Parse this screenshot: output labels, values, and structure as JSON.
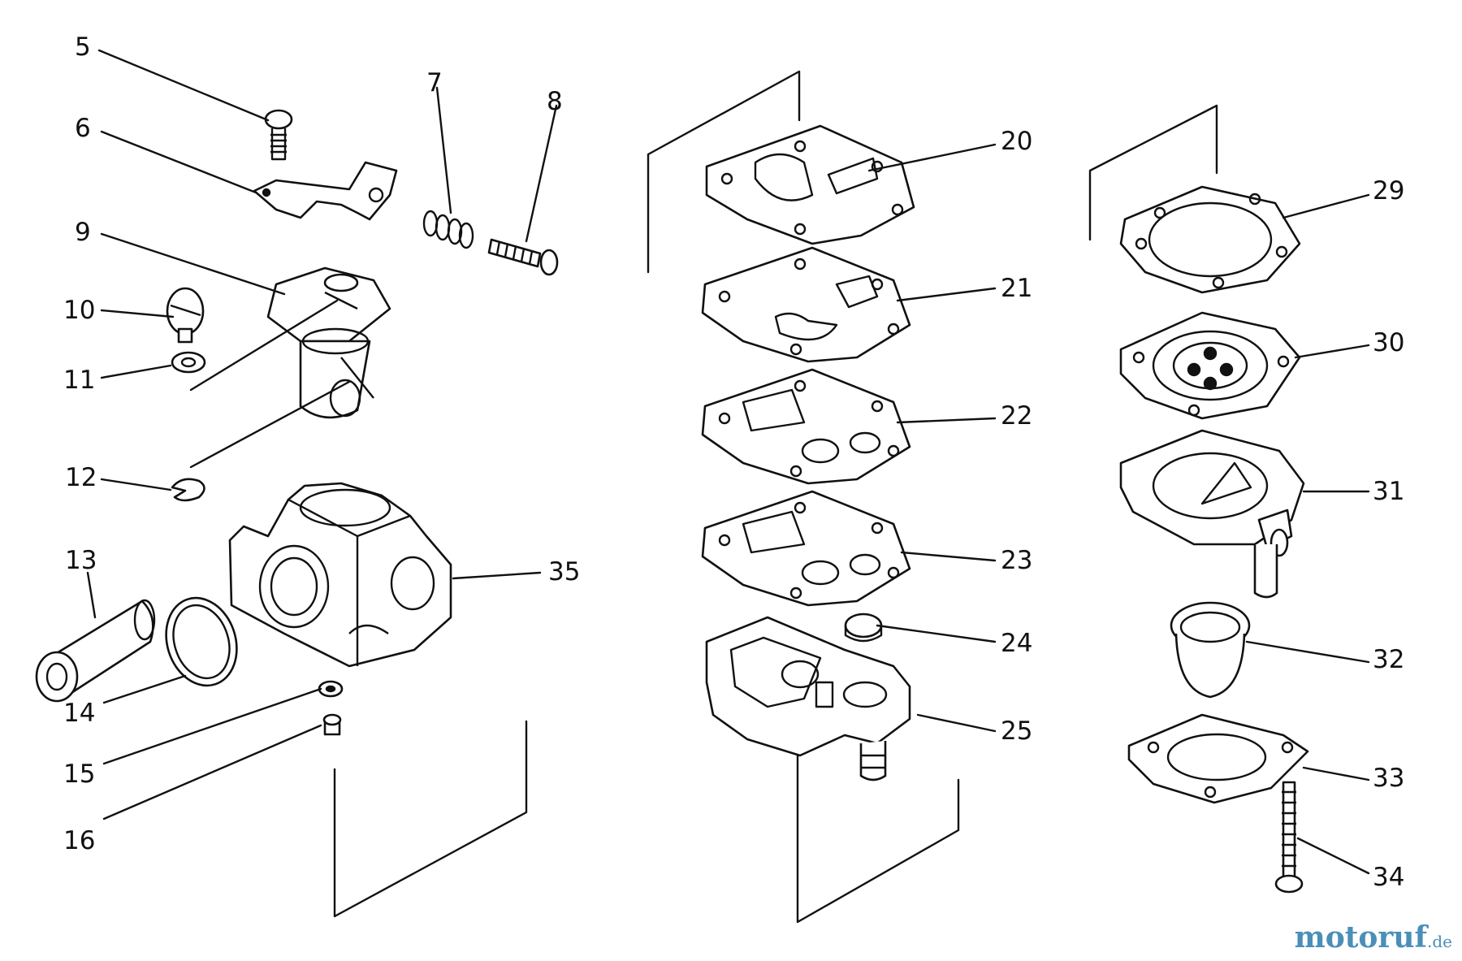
{
  "labels": {
    "p5": "5",
    "p6": "6",
    "p7": "7",
    "p8": "8",
    "p9": "9",
    "p10": "10",
    "p11": "11",
    "p12": "12",
    "p13": "13",
    "p14": "14",
    "p15": "15",
    "p16": "16",
    "p20": "20",
    "p21": "21",
    "p22": "22",
    "p23": "23",
    "p24": "24",
    "p25": "25",
    "p29": "29",
    "p30": "30",
    "p31": "31",
    "p32": "32",
    "p33": "33",
    "p34": "34",
    "p35": "35"
  },
  "watermark": {
    "main": "motoruf",
    "tld": ".de"
  }
}
